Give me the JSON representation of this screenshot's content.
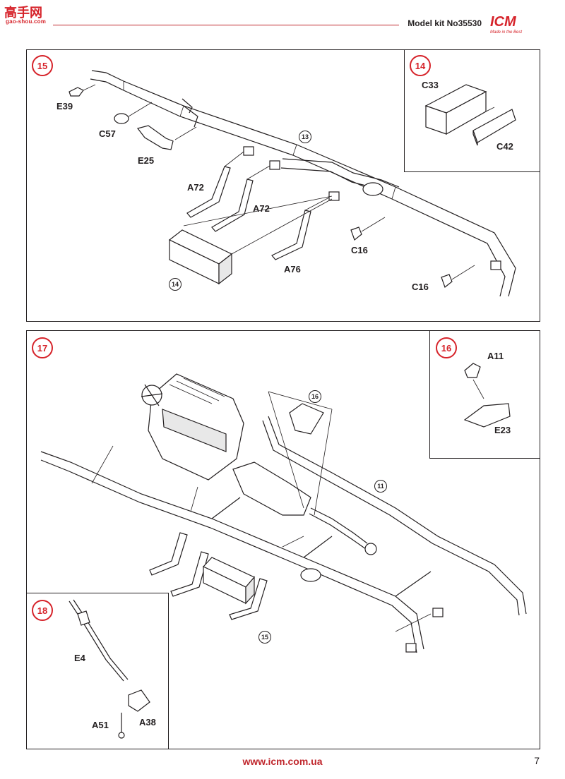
{
  "header": {
    "site_logo": "高手网",
    "site_sub": "gao-shou.com",
    "title": "Model kit No35530",
    "brand": "ICM",
    "slogan": "Made in the Best"
  },
  "steps": {
    "s15": {
      "number": "15",
      "parts": [
        "E39",
        "C57",
        "E25",
        "A72",
        "A72",
        "A76",
        "C16",
        "C16"
      ],
      "refs": [
        "13",
        "14"
      ]
    },
    "s14": {
      "number": "14",
      "parts": [
        "C33",
        "C42"
      ]
    },
    "s17": {
      "number": "17",
      "refs": [
        "16",
        "11",
        "15"
      ]
    },
    "s16": {
      "number": "16",
      "parts": [
        "A11",
        "E23"
      ]
    },
    "s18": {
      "number": "18",
      "parts": [
        "E4",
        "A51",
        "A38"
      ]
    }
  },
  "footer": {
    "url": "www.icm.com.ua",
    "page": "7"
  },
  "colors": {
    "accent": "#d6232a",
    "ink": "#231f20"
  }
}
